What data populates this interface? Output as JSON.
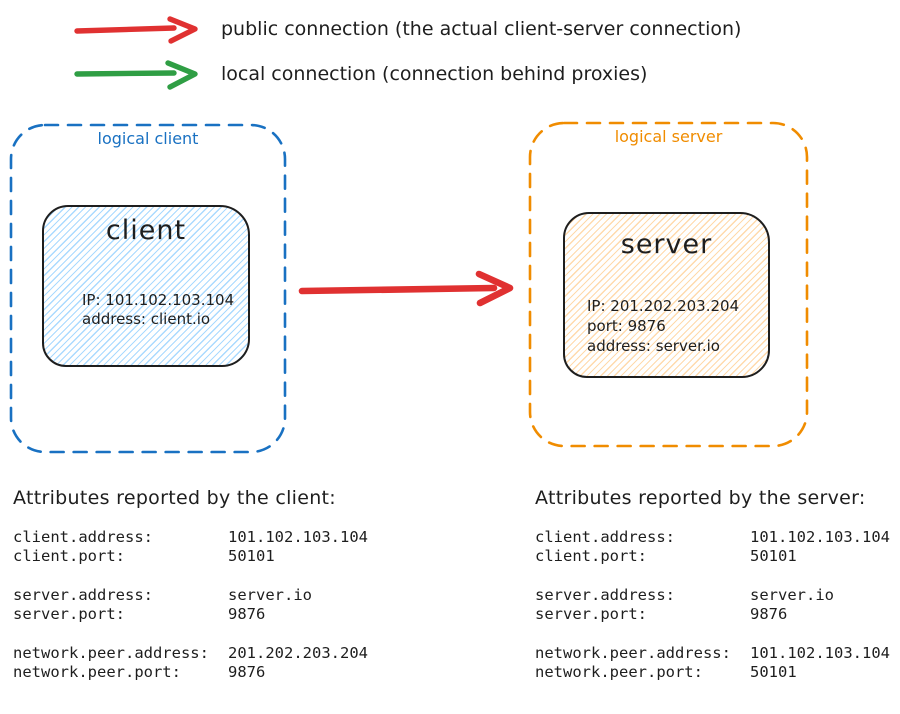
{
  "palette": {
    "ink": "#1e1e1e",
    "public_arrow_red": "#e03131",
    "local_arrow_green": "#2f9e44",
    "logical_client_blue": "#1971c2",
    "logical_server_orange": "#f08c00",
    "client_fill": "#a5d8ff",
    "server_fill": "#ffd8a8"
  },
  "legend": {
    "public_label": "public connection (the actual client-server connection)",
    "local_label": "local connection (connection behind proxies)"
  },
  "logical_client": {
    "label": "logical client",
    "node": {
      "title": "client",
      "lines": [
        "IP: 101.102.103.104",
        "address: client.io"
      ]
    }
  },
  "logical_server": {
    "label": "logical server",
    "node": {
      "title": "server",
      "lines": [
        "IP: 201.202.203.204",
        "port: 9876",
        "address: server.io"
      ]
    }
  },
  "client_attributes": {
    "title": "Attributes reported by the client:",
    "groups": [
      {
        "rows": [
          {
            "key": "client.address:",
            "value": "101.102.103.104"
          },
          {
            "key": "client.port:",
            "value": "50101"
          }
        ]
      },
      {
        "rows": [
          {
            "key": "server.address:",
            "value": "server.io"
          },
          {
            "key": "server.port:",
            "value": "9876"
          }
        ]
      },
      {
        "rows": [
          {
            "key": "network.peer.address:",
            "value": "201.202.203.204"
          },
          {
            "key": "network.peer.port:",
            "value": "9876"
          }
        ]
      }
    ]
  },
  "server_attributes": {
    "title": "Attributes reported by the server:",
    "groups": [
      {
        "rows": [
          {
            "key": "client.address:",
            "value": "101.102.103.104"
          },
          {
            "key": "client.port:",
            "value": "50101"
          }
        ]
      },
      {
        "rows": [
          {
            "key": "server.address:",
            "value": "server.io"
          },
          {
            "key": "server.port:",
            "value": "9876"
          }
        ]
      },
      {
        "rows": [
          {
            "key": "network.peer.address:",
            "value": "101.102.103.104"
          },
          {
            "key": "network.peer.port:",
            "value": "50101"
          }
        ]
      }
    ]
  }
}
